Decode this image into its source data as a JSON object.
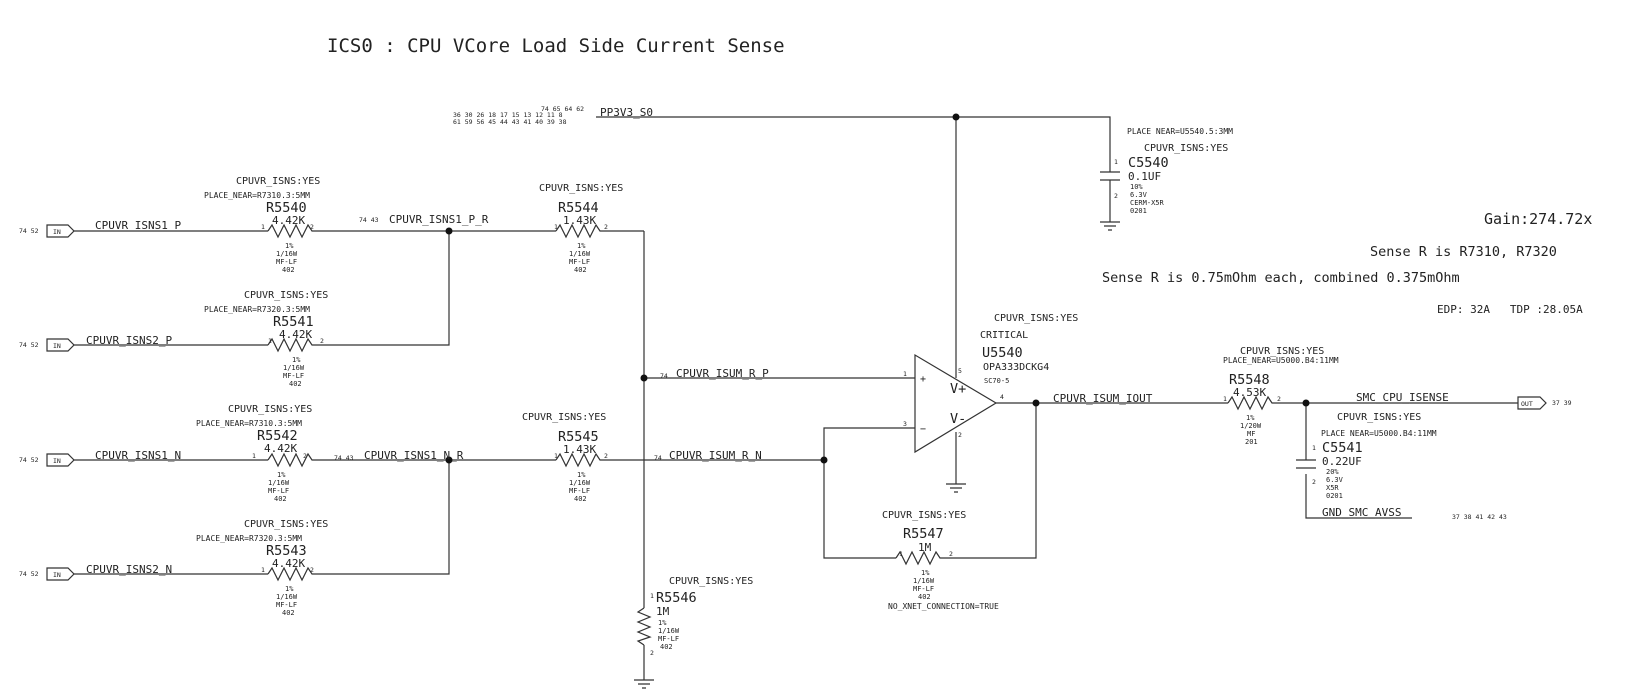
{
  "title": "ICS0 : CPU VCore Load Side Current Sense",
  "notes": {
    "gain": "Gain:274.72x",
    "sense1": "Sense R is R7310, R7320",
    "sense2": "Sense R is 0.75mOhm each, combined 0.375mOhm",
    "power": "EDP: 32A   TDP :28.05A"
  },
  "rails": {
    "pp3v3": "PP3V3_S0",
    "pp3v3_pages_top": "74 65 64 62",
    "pp3v3_pages_r1": "36 30 26 18 17 15 13 12 11 8",
    "pp3v3_pages_r2": "61 59 56 45 44 43 41 40 39 38"
  },
  "ports": [
    {
      "type": "IN",
      "net": "CPUVR_ISNS1_P",
      "pages": "74 52"
    },
    {
      "type": "IN",
      "net": "CPUVR_ISNS2_P",
      "pages": "74 52"
    },
    {
      "type": "IN",
      "net": "CPUVR_ISNS1_N",
      "pages": "74 52"
    },
    {
      "type": "IN",
      "net": "CPUVR_ISNS2_N",
      "pages": "74 52"
    },
    {
      "type": "OUT",
      "net": "SMC_CPU_ISENSE",
      "pages": "37 39"
    }
  ],
  "nets": {
    "isns1_p_r": "CPUVR_ISNS1_P_R",
    "isns1_p_r_pages": "74 43",
    "isns1_n_r": "CPUVR_ISNS1_N_R",
    "isns1_n_r_pages": "74 43",
    "isum_r_p": "CPUVR_ISUM_R_P",
    "isum_r_p_pages": "74",
    "isum_r_n": "CPUVR_ISUM_R_N",
    "isum_r_n_pages": "74",
    "isum_iout": "CPUVR_ISUM_IOUT",
    "gnd_smc": "GND_SMC_AVSS",
    "gnd_smc_pages": "37 38 41 42 43"
  },
  "resistors": [
    {
      "ref": "R5540",
      "value": "4.42K",
      "opt": "CPUVR_ISNS:YES",
      "place": "PLACE_NEAR=R7310.3:5MM",
      "tol": "1%",
      "power": "1/16W",
      "type": "MF-LF",
      "size": "402"
    },
    {
      "ref": "R5541",
      "value": "4.42K",
      "opt": "CPUVR_ISNS:YES",
      "place": "PLACE_NEAR=R7320.3:5MM",
      "tol": "1%",
      "power": "1/16W",
      "type": "MF-LF",
      "size": "402"
    },
    {
      "ref": "R5542",
      "value": "4.42K",
      "opt": "CPUVR_ISNS:YES",
      "place": "PLACE_NEAR=R7310.3:5MM",
      "tol": "1%",
      "power": "1/16W",
      "type": "MF-LF",
      "size": "402"
    },
    {
      "ref": "R5543",
      "value": "4.42K",
      "opt": "CPUVR_ISNS:YES",
      "place": "PLACE_NEAR=R7320.3:5MM",
      "tol": "1%",
      "power": "1/16W",
      "type": "MF-LF",
      "size": "402"
    },
    {
      "ref": "R5544",
      "value": "1.43K",
      "opt": "CPUVR_ISNS:YES",
      "place": "",
      "tol": "1%",
      "power": "1/16W",
      "type": "MF-LF",
      "size": "402"
    },
    {
      "ref": "R5545",
      "value": "1.43K",
      "opt": "CPUVR_ISNS:YES",
      "place": "",
      "tol": "1%",
      "power": "1/16W",
      "type": "MF-LF",
      "size": "402"
    },
    {
      "ref": "R5546",
      "value": "1M",
      "opt": "CPUVR_ISNS:YES",
      "place": "",
      "tol": "1%",
      "power": "1/16W",
      "type": "MF-LF",
      "size": "402"
    },
    {
      "ref": "R5547",
      "value": "1M",
      "opt": "CPUVR_ISNS:YES",
      "place": "NO_XNET_CONNECTION=TRUE",
      "tol": "1%",
      "power": "1/16W",
      "type": "MF-LF",
      "size": "402"
    },
    {
      "ref": "R5548",
      "value": "4.53K",
      "opt": "CPUVR_ISNS:YES",
      "place": "PLACE_NEAR=U5000.B4:11MM",
      "tol": "1%",
      "power": "1/20W",
      "type": "MF",
      "size": "201"
    }
  ],
  "capacitors": [
    {
      "ref": "C5540",
      "value": "0.1UF",
      "opt": "CPUVR_ISNS:YES",
      "place": "PLACE NEAR=U5540.5:3MM",
      "tol": "10%",
      "volt": "6.3V",
      "type": "CERM-X5R",
      "size": "0201"
    },
    {
      "ref": "C5541",
      "value": "0.22UF",
      "opt": "CPUVR_ISNS:YES",
      "place": "PLACE NEAR=U5000.B4:11MM",
      "tol": "20%",
      "volt": "6.3V",
      "type": "X5R",
      "size": "0201"
    }
  ],
  "opamp": {
    "ref": "U5540",
    "part": "OPA333DCKG4",
    "pkg": "SC70-5",
    "opt": "CPUVR_ISNS:YES",
    "critical": "CRITICAL",
    "vplus": "V+",
    "vminus": "V-",
    "in_plus": "+",
    "in_minus": "−",
    "pin1": "1",
    "pin2": "2",
    "pin3": "3",
    "pin4": "4",
    "pin5": "5"
  },
  "pins": {
    "one": "1",
    "two": "2"
  }
}
